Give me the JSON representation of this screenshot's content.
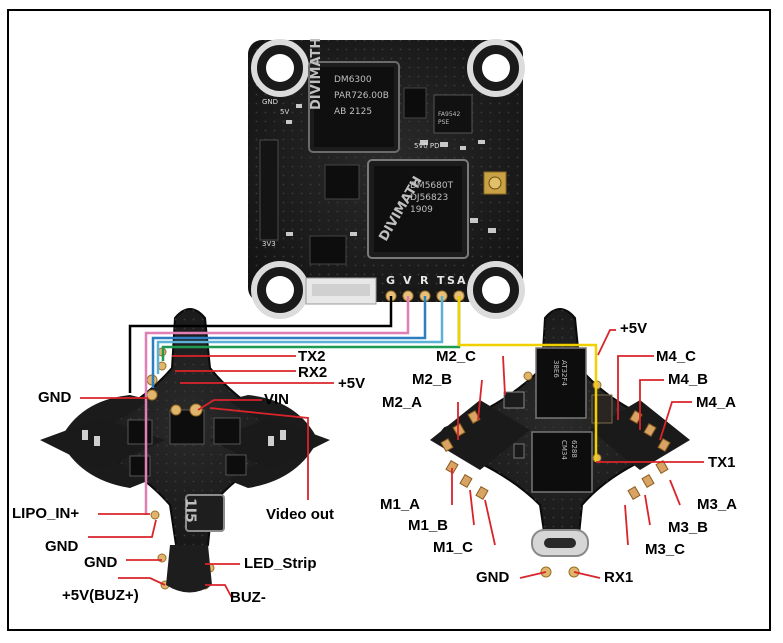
{
  "top_board": {
    "chip_main": {
      "brand": "DIVIMATH",
      "line1": "DM6300",
      "line2": "PAR726.00B",
      "line3": "AB 2125"
    },
    "chip_second": {
      "brand": "DIVIMATH",
      "line1": "DM5680T",
      "line2": "DJ56823",
      "line3": "1909"
    },
    "chip_small": {
      "line1": "FA9542",
      "line2": "PSE"
    },
    "pins": {
      "g": "G",
      "v": "V",
      "r": "R",
      "t": "T",
      "s": "S",
      "a": "A"
    },
    "silk": {
      "gnd": "GND",
      "v2": "5V",
      "v3": "3V3",
      "pd": "5V0 PD"
    }
  },
  "left_board": {
    "labels": {
      "tx2": "TX2",
      "rx2": "RX2",
      "plus5v": "+5V",
      "gnd_top": "GND",
      "vin": "VIN",
      "lipo_in": "LIPO_IN+",
      "video_out": "Video out",
      "gnd_mid": "GND",
      "gnd_low": "GND",
      "led_strip": "LED_Strip",
      "plus5v_buz": "+5V(BUZ+)",
      "buz_minus": "BUZ-"
    },
    "inductor": "1I5"
  },
  "right_board": {
    "labels": {
      "plus5v": "+5V",
      "m2_c": "M2_C",
      "m4_c": "M4_C",
      "m2_b": "M2_B",
      "m4_b": "M4_B",
      "m2_a": "M2_A",
      "m4_a": "M4_A",
      "tx1": "TX1",
      "m1_a": "M1_A",
      "m3_a": "M3_A",
      "m1_b": "M1_B",
      "m3_b": "M3_B",
      "m1_c": "M1_C",
      "m3_c": "M3_C",
      "gnd": "GND",
      "rx1": "RX1"
    },
    "chip_top": {
      "line1": "AT32F4",
      "line2": "38E6"
    },
    "chip_mid": {
      "line1": "6288",
      "line2": "CM34"
    }
  }
}
